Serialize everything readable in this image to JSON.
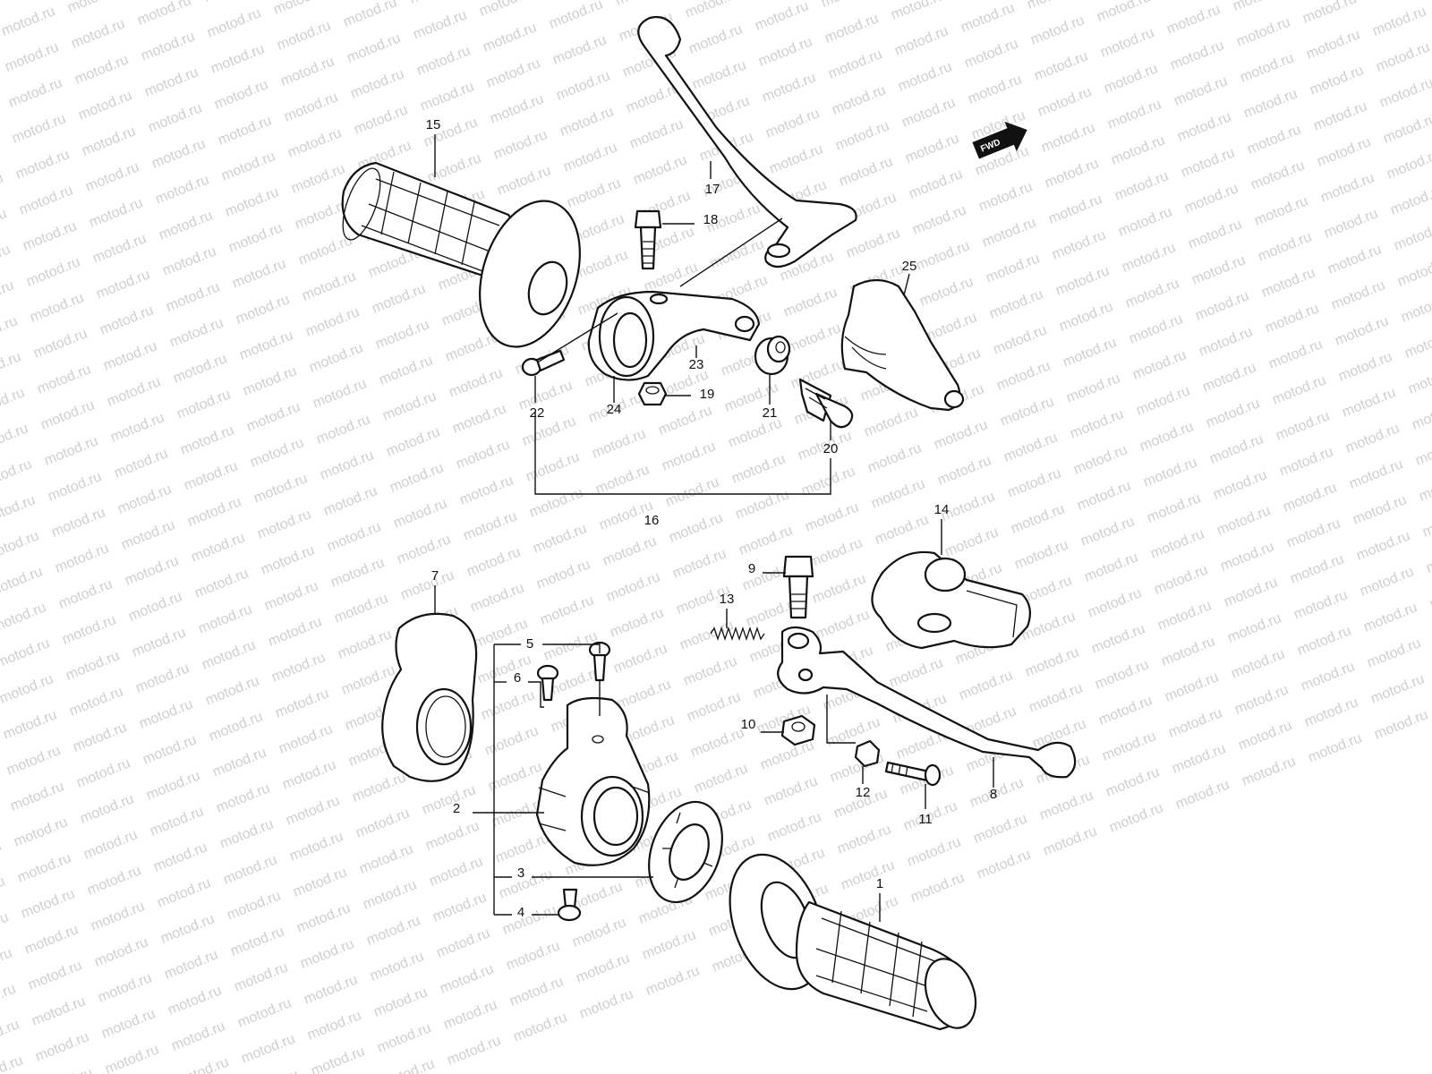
{
  "watermark": "motod.ru",
  "direction_marker": "FWD",
  "callouts": [
    "1",
    "2",
    "3",
    "4",
    "5",
    "6",
    "7",
    "8",
    "9",
    "10",
    "11",
    "12",
    "13",
    "14",
    "15",
    "16",
    "17",
    "18",
    "19",
    "20",
    "21",
    "22",
    "23",
    "24",
    "25"
  ],
  "parts": [
    {
      "id": "1",
      "shape": "handlebar-grip-right"
    },
    {
      "id": "2",
      "shape": "throttle-housing"
    },
    {
      "id": "3",
      "shape": "throttle-pulley-cap"
    },
    {
      "id": "4",
      "shape": "screw"
    },
    {
      "id": "5",
      "shape": "screw"
    },
    {
      "id": "6",
      "shape": "screw"
    },
    {
      "id": "7",
      "shape": "throttle-cover"
    },
    {
      "id": "8",
      "shape": "brake-lever"
    },
    {
      "id": "9",
      "shape": "pivot-bolt"
    },
    {
      "id": "10",
      "shape": "nut"
    },
    {
      "id": "11",
      "shape": "bolt"
    },
    {
      "id": "12",
      "shape": "nut"
    },
    {
      "id": "13",
      "shape": "spring"
    },
    {
      "id": "14",
      "shape": "lever-cover"
    },
    {
      "id": "15",
      "shape": "handlebar-grip-left"
    },
    {
      "id": "16",
      "shape": "clutch-lever-assembly"
    },
    {
      "id": "17",
      "shape": "clutch-lever"
    },
    {
      "id": "18",
      "shape": "pivot-bolt"
    },
    {
      "id": "19",
      "shape": "nut"
    },
    {
      "id": "20",
      "shape": "cable-adjuster"
    },
    {
      "id": "21",
      "shape": "lock-nut"
    },
    {
      "id": "22",
      "shape": "bolt"
    },
    {
      "id": "23",
      "shape": "lever-holder"
    },
    {
      "id": "24",
      "shape": "clamp"
    },
    {
      "id": "25",
      "shape": "lever-cover"
    }
  ]
}
